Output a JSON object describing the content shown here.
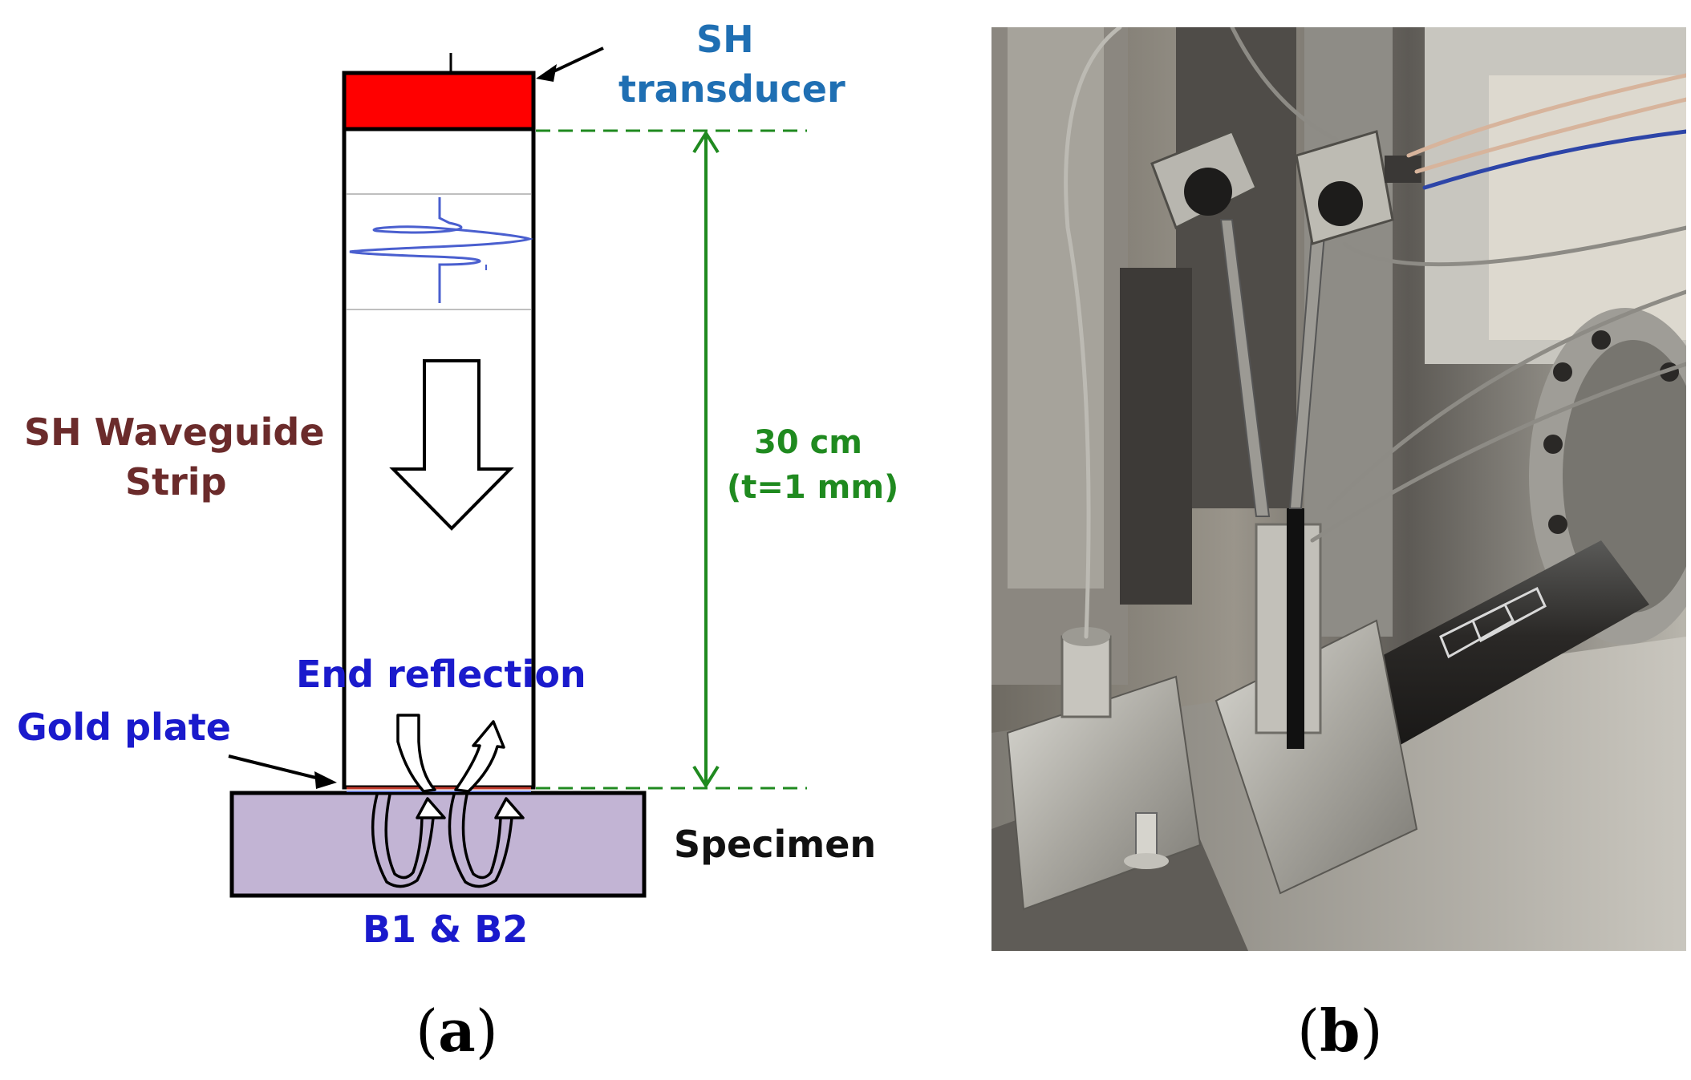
{
  "panel_a": {
    "transducer_label_line1": "SH",
    "transducer_label_line2": "transducer",
    "waveguide_label_line1": "SH Waveguide",
    "waveguide_label_line2": "Strip",
    "length_label_line1": "30 cm",
    "length_label_line2": "(t=1 mm)",
    "end_reflection_label": "End reflection",
    "gold_plate_label": "Gold plate",
    "specimen_label": "Specimen",
    "echo_label": "B1 & B2",
    "caption_letter": "a"
  },
  "panel_b": {
    "caption_letter": "b"
  },
  "colors": {
    "transducer": "#ff0000",
    "transducer_text": "#1f6fb3",
    "waveguide_text": "#6b2b2b",
    "dimension": "#1f8a1f",
    "label_blue": "#1a1acc",
    "specimen_fill": "#c2b4d4",
    "signal": "#4a5fcf",
    "gold_plate_line": "#c0392b"
  }
}
